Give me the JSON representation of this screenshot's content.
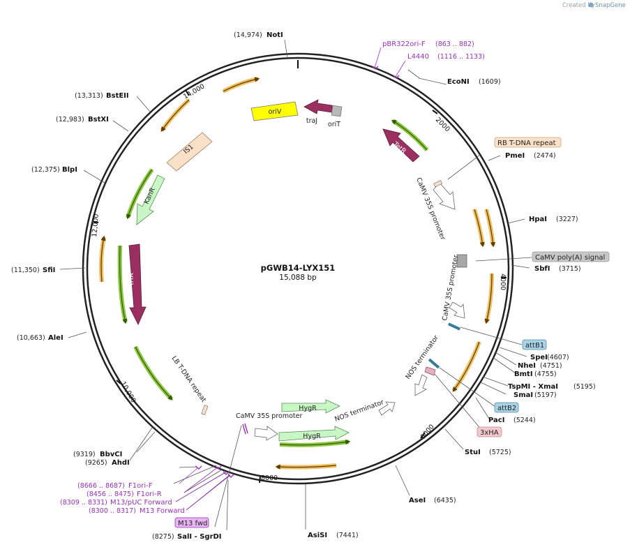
{
  "brand": {
    "created_by": "Created by",
    "name": "SnapGene"
  },
  "plasmid": {
    "name": "pGWB14-LYX151",
    "size": "15,088 bp"
  },
  "ticks": [
    "14,000",
    "2000",
    "4000",
    "6000",
    "8000",
    "10,000",
    "12,000"
  ],
  "sites": [
    {
      "name": "NotI",
      "pos": "(14,974)"
    },
    {
      "name": "EcoNI",
      "pos": "(1609)"
    },
    {
      "name": "PmeI",
      "pos": "(2474)"
    },
    {
      "name": "HpaI",
      "pos": "(3227)"
    },
    {
      "name": "SbfI",
      "pos": "(3715)"
    },
    {
      "name": "SpeI",
      "pos": "(4607)"
    },
    {
      "name": "NheI",
      "pos": "(4751)"
    },
    {
      "name": "BmtI",
      "pos": "(4755)"
    },
    {
      "name": "TspMI - XmaI",
      "pos": "(5195)"
    },
    {
      "name": "SmaI",
      "pos": "(5197)"
    },
    {
      "name": "PacI",
      "pos": "(5244)"
    },
    {
      "name": "StuI",
      "pos": "(5725)"
    },
    {
      "name": "AseI",
      "pos": "(6435)"
    },
    {
      "name": "AsiSI",
      "pos": "(7441)"
    },
    {
      "name": "SalI - SgrDI",
      "pos": "(8275)"
    },
    {
      "name": "BbvCI",
      "pos": "(9319)"
    },
    {
      "name": "AhdI",
      "pos": "(9265)"
    },
    {
      "name": "AleI",
      "pos": "(10,663)"
    },
    {
      "name": "SfiI",
      "pos": "(11,350)"
    },
    {
      "name": "BlpI",
      "pos": "(12,375)"
    },
    {
      "name": "BstXI",
      "pos": "(12,983)"
    },
    {
      "name": "BstEII",
      "pos": "(13,313)"
    }
  ],
  "primers": [
    {
      "name": "pBR322ori-F",
      "range": "(863 .. 882)"
    },
    {
      "name": "L4440",
      "range": "(1116 .. 1133)"
    },
    {
      "name": "F1ori-F",
      "range": "(8666 .. 8687)"
    },
    {
      "name": "F1ori-R",
      "range": "(8456 .. 8475)"
    },
    {
      "name": "M13/pUC Forward",
      "range": "(8309 .. 8331)"
    },
    {
      "name": "M13 Forward",
      "range": "(8300 .. 8317)"
    }
  ],
  "boxed_labels": {
    "rb_repeat": "RB T-DNA repeat",
    "polyA": "CaMV poly(A) signal",
    "attB1": "attB1",
    "attB2": "attB2",
    "ha": "3xHA",
    "m13fwd": "M13 fwd"
  },
  "features": {
    "oriV": "oriV",
    "traJ": "traJ",
    "oriT": "oriT",
    "TetR": "TetR",
    "IS1": "IS1",
    "KanR": "KanR",
    "trfA": "trfA",
    "HygR1": "HygR",
    "HygR2": "HygR",
    "camv1": "CaMV 35S promoter",
    "camv2": "CaMV 35S promoter",
    "camv3": "CaMV 35S promoter",
    "nos1": "NOS terminator",
    "nos2": "NOS terminator",
    "lb_repeat": "LB T-DNA repeat"
  },
  "colors": {
    "backbone": "#222222",
    "orange_orf": "#f0c060",
    "green_orf": "#8cc63f",
    "feature_maroon": "#9b2f5f",
    "feature_green": "#c8f7c5",
    "feature_yellow": "#ffff00",
    "feature_peach": "#fbe0c8",
    "primer": "#9a2fbf",
    "attB": "#a9d3e6",
    "polyA": "#c8c8c8",
    "ha": "#f2c9cf",
    "m13": "#e7b6f2"
  }
}
